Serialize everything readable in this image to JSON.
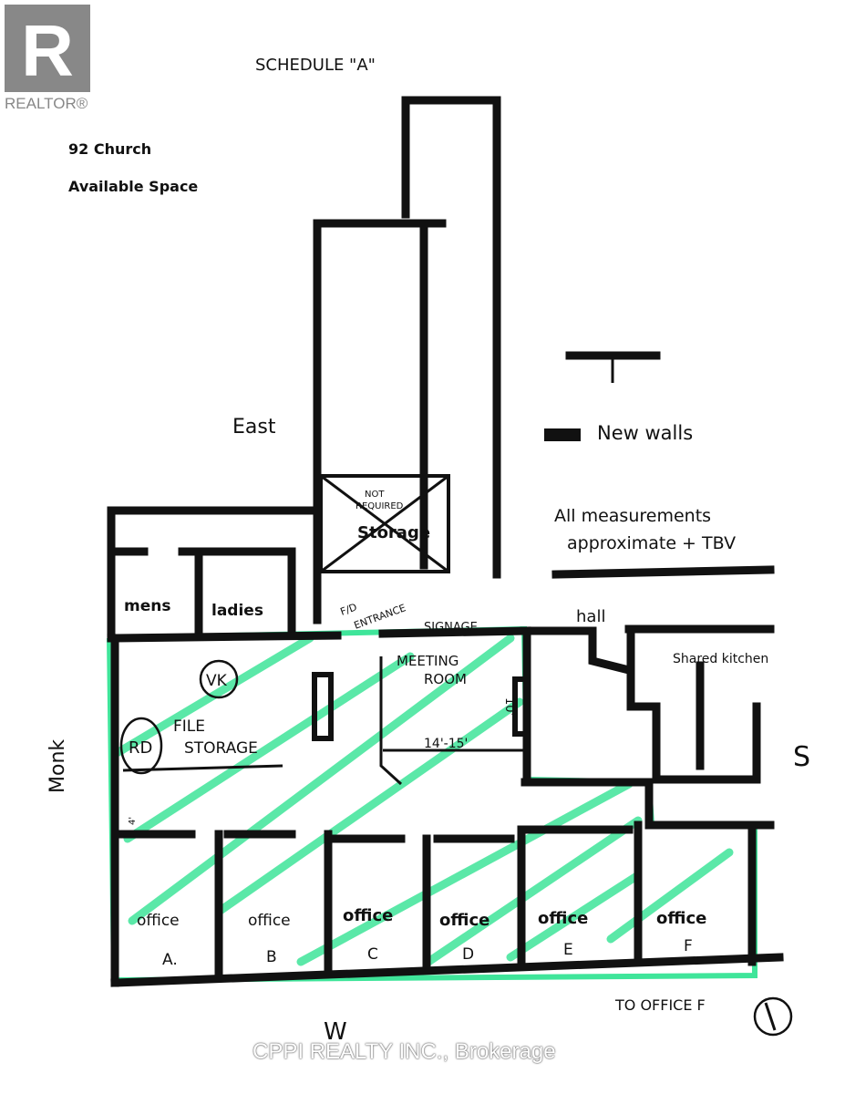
{
  "logo": {
    "text": "REALTOR®"
  },
  "title": "SCHEDULE \"A\"",
  "address": "92 Church",
  "subtitle": "Available Space",
  "compass": {
    "east": "East",
    "south": "S",
    "west": "W",
    "north": "Monk"
  },
  "legend": {
    "new_walls": "New walls",
    "note_line1": "All measurements",
    "note_line2": "approximate + TBV"
  },
  "rooms": {
    "storage": "Storage",
    "not_required_1": "NOT",
    "not_required_2": "REQUIRED",
    "mens": "mens",
    "ladies": "ladies",
    "entrance_1": "F/D",
    "entrance_2": "ENTRANCE",
    "signage": "SIGNAGE",
    "hall": "hall",
    "kitchen": "Shared kitchen",
    "meeting_1": "MEETING",
    "meeting_2": "ROOM",
    "meeting_width": "14'-15'",
    "meeting_depth": "10'",
    "file_1": "FILE",
    "file_2": "STORAGE",
    "rd": "RD",
    "vk": "VK",
    "corridor_dim": "4'"
  },
  "offices": [
    {
      "label": "office",
      "letter": "A."
    },
    {
      "label": "office",
      "letter": "B"
    },
    {
      "label": "office",
      "letter": "C"
    },
    {
      "label": "office",
      "letter": "D"
    },
    {
      "label": "office",
      "letter": "E"
    },
    {
      "label": "office",
      "letter": "F"
    }
  ],
  "to_office_f": "TO OFFICE F",
  "watermark": "CPPI REALTY INC., Brokerage",
  "colors": {
    "highlight": "#3fe59a",
    "ink": "#111111"
  }
}
